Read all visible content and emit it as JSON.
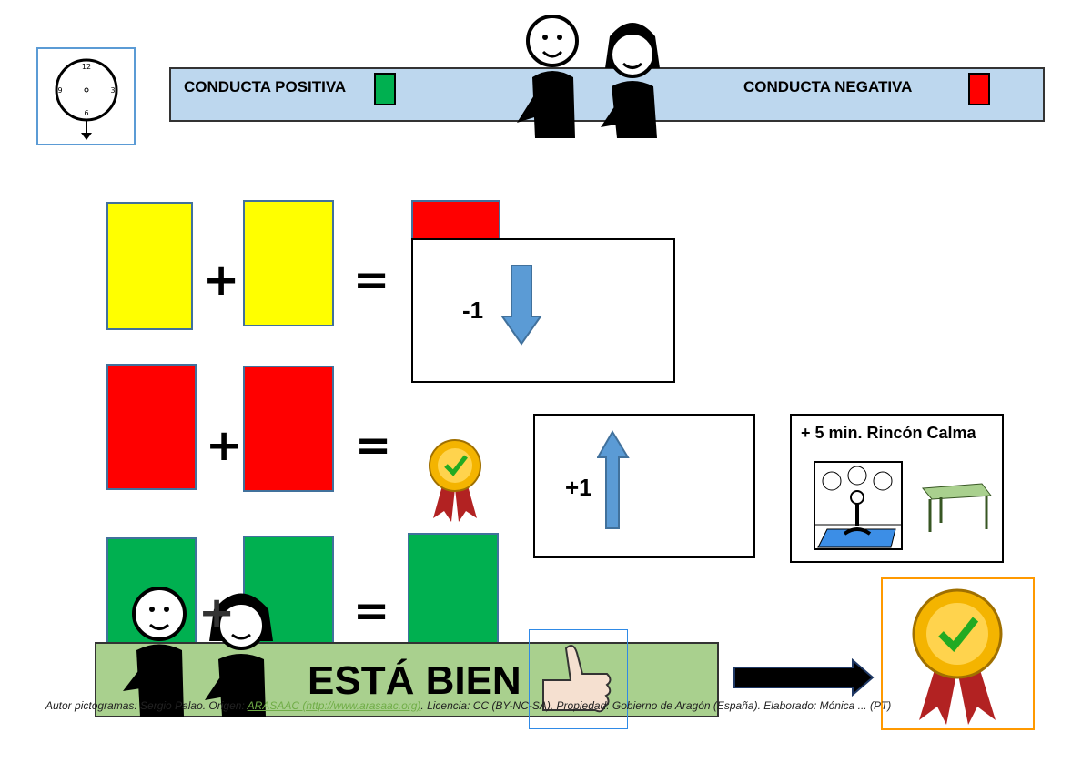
{
  "header": {
    "positive_label": "CONDUCTA POSITIVA",
    "negative_label": "CONDUCTA NEGATIVA",
    "positive_color": "#00b050",
    "negative_color": "#ff0000"
  },
  "clock": {
    "numbers": [
      "12",
      "3",
      "6",
      "9"
    ]
  },
  "rows": [
    {
      "plus": "+",
      "equals": "=",
      "result_value": "-1",
      "colors": [
        "#ffff00",
        "#ffff00"
      ],
      "result_color": "#ff0000"
    },
    {
      "plus": "+",
      "equals": "=",
      "result_value": "+1",
      "colors": [
        "#ff0000",
        "#ff0000"
      ]
    },
    {
      "plus": "+",
      "equals": "=",
      "colors": [
        "#00b050",
        "#00b050"
      ],
      "result_color": "#00b050"
    }
  ],
  "reward": {
    "title": "+ 5 min. Rincón Calma"
  },
  "banner": {
    "text": "ESTÁ BIEN"
  },
  "footer": {
    "prefix": "Autor pictogramas: Sergio Palao. Origen: ",
    "link": "ARASAAC (http://www.arasaac.org)",
    "suffix": ". Licencia: CC (BY-NC-SA). Propiedad: Gobierno de Aragón (España). Elaborado: Mónica ... (PT)"
  }
}
